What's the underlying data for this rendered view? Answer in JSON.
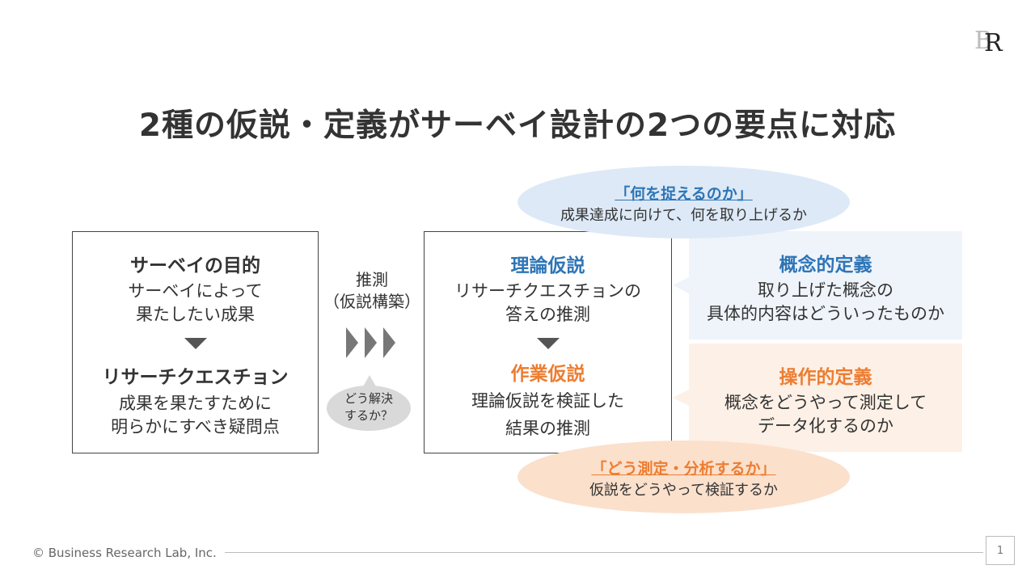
{
  "title": "2種の仮説・定義がサーベイ設計の2つの要点に対応",
  "logo_text": "BR",
  "left_box": {
    "heading1": "サーベイの目的",
    "body1_line1": "サーベイによって",
    "body1_line2": "果たしたい成果",
    "heading2": "リサーチクエスチョン",
    "body2_line1": "成果を果たすために",
    "body2_line2": "明らかにすべき疑問点"
  },
  "middle_connector": {
    "label_line1": "推測",
    "label_line2": "（仮説構築）",
    "question_line1": "どう解決",
    "question_line2": "するか？"
  },
  "mid_box": {
    "heading1": "理論仮説",
    "body1_line1": "リサーチクエスチョンの",
    "body1_line2": "答えの推測",
    "heading2": "作業仮説",
    "body2_line1": "理論仮説を検証した",
    "body2_line2": "結果の推測"
  },
  "top_bubble": {
    "heading": "「何を捉えるのか」",
    "body": "成果達成に向けて、何を取り上げるか"
  },
  "bottom_bubble": {
    "heading": "「どう測定・分析するか」",
    "body": "仮説をどうやって検証するか"
  },
  "concept_panel": {
    "heading": "概念的定義",
    "body_line1": "取り上げた概念の",
    "body_line2": "具体的内容はどういったものか"
  },
  "operational_panel": {
    "heading": "操作的定義",
    "body_line1": "概念をどうやって測定して",
    "body_line2": "データ化するのか"
  },
  "footer": {
    "copyright": "© Business Research Lab, Inc.",
    "page_number": "1"
  },
  "colors": {
    "blue": "#2e75b6",
    "orange": "#ed7d31",
    "blue_panel": "#eef4fa",
    "orange_panel": "#fdf0e6",
    "blue_bubble": "#dde9f6",
    "orange_bubble": "#fbe0cc"
  }
}
